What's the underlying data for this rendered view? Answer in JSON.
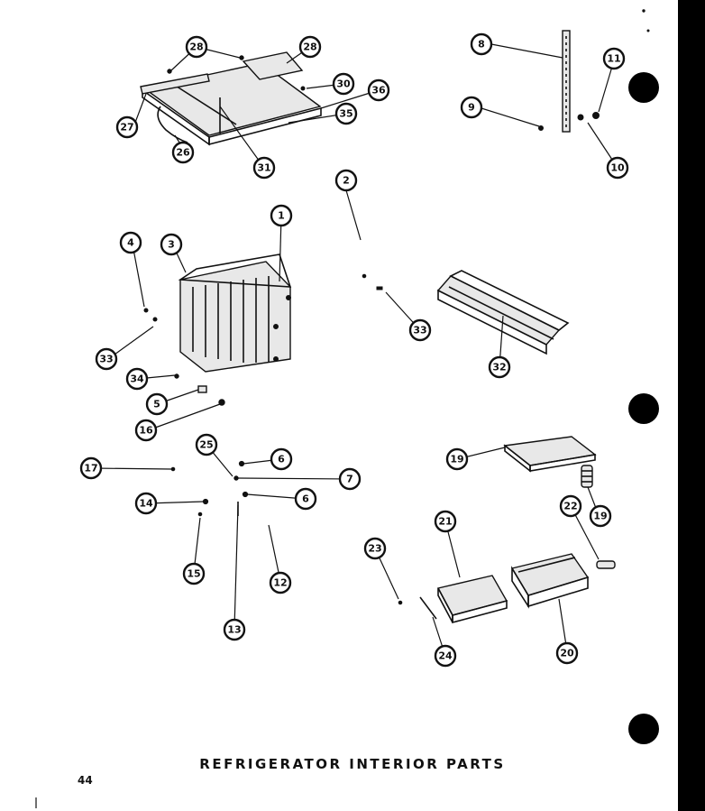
{
  "page": {
    "caption": "REFRIGERATOR INTERIOR PARTS",
    "page_number": "44"
  },
  "callouts": {
    "c28a": "28",
    "c28b": "28",
    "c27": "27",
    "c30": "30",
    "c36": "36",
    "c35": "35",
    "c26": "26",
    "c31": "31",
    "c8": "8",
    "c11": "11",
    "c9": "9",
    "c10": "10",
    "c2": "2",
    "c1": "1",
    "c4": "4",
    "c3": "3",
    "c33a": "33",
    "c33b": "33",
    "c32": "32",
    "c34": "34",
    "c5": "5",
    "c16": "16",
    "c25": "25",
    "c6a": "6",
    "c17": "17",
    "c7": "7",
    "c14": "14",
    "c6b": "6",
    "c15": "15",
    "c12": "12",
    "c13": "13",
    "c19a": "19",
    "c19b": "19",
    "c22": "22",
    "c21": "21",
    "c23": "23",
    "c24": "24",
    "c20": "20"
  }
}
